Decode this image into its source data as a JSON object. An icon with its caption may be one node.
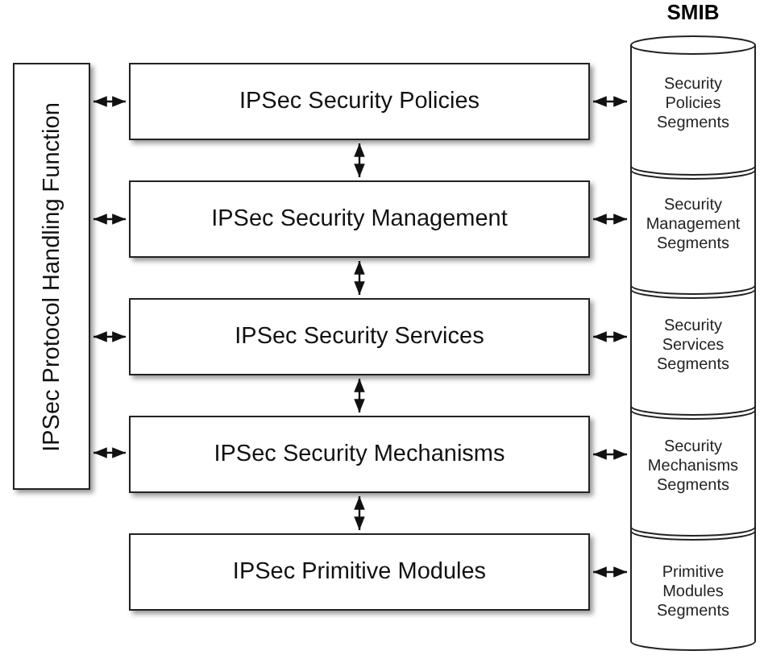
{
  "diagram": {
    "nodes": [
      {
        "text": [
          "IPSec Protocol Handling Function"
        ]
      },
      {
        "text": [
          "IPSec Security Policies"
        ]
      },
      {
        "text": [
          "IPSec Security Management"
        ]
      },
      {
        "text": [
          "IPSec Security Services"
        ]
      },
      {
        "text": [
          "IPSec Security Mechanisms"
        ]
      },
      {
        "text": [
          "IPSec Primitive Modules"
        ]
      },
      {
        "text": [
          "SMIB"
        ]
      },
      {
        "text": [
          "Security Policies Segments"
        ],
        "in": 6
      },
      {
        "text": [
          "Security Management Segments"
        ],
        "in": 6
      },
      {
        "text": [
          "Security Services Segments"
        ],
        "in": 6
      },
      {
        "text": [
          "Security Mechanisms Segments"
        ],
        "in": 6
      },
      {
        "text": [
          "Primitive Modules Segments"
        ],
        "in": 6
      }
    ],
    "edges": [
      {
        "from": 0,
        "to": 1,
        "arrow": "both"
      },
      {
        "from": 0,
        "to": 2,
        "arrow": "both"
      },
      {
        "from": 0,
        "to": 3,
        "arrow": "both"
      },
      {
        "from": 0,
        "to": 4,
        "arrow": "both"
      },
      {
        "from": 1,
        "to": 2,
        "arrow": "both"
      },
      {
        "from": 2,
        "to": 3,
        "arrow": "both"
      },
      {
        "from": 3,
        "to": 4,
        "arrow": "both"
      },
      {
        "from": 4,
        "to": 5,
        "arrow": "both"
      },
      {
        "from": 1,
        "to": 7,
        "arrow": "both"
      },
      {
        "from": 2,
        "to": 8,
        "arrow": "both"
      },
      {
        "from": 3,
        "to": 9,
        "arrow": "both"
      },
      {
        "from": 4,
        "to": 10,
        "arrow": "both"
      },
      {
        "from": 5,
        "to": 11,
        "arrow": "both"
      }
    ]
  }
}
